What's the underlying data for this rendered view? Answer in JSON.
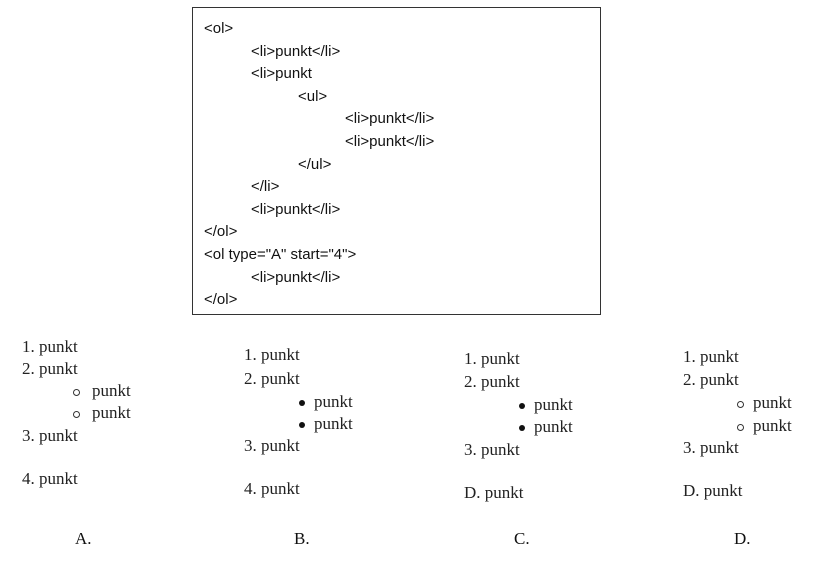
{
  "code_lines": [
    {
      "text": "<ol>",
      "indent": 0
    },
    {
      "text": "<li>punkt</li>",
      "indent": 1
    },
    {
      "text": "<li>punkt",
      "indent": 1
    },
    {
      "text": "<ul>",
      "indent": 2
    },
    {
      "text": "<li>punkt</li>",
      "indent": 3
    },
    {
      "text": "<li>punkt</li>",
      "indent": 3
    },
    {
      "text": "</ul>",
      "indent": 2
    },
    {
      "text": "</li>",
      "indent": 1
    },
    {
      "text": "<li>punkt</li>",
      "indent": 1
    },
    {
      "text": "</ol>",
      "indent": 0
    },
    {
      "text": "<ol type=\"A\" start=\"4\">",
      "indent": 0
    },
    {
      "text": "<li>punkt</li>",
      "indent": 1
    },
    {
      "text": "</ol>",
      "indent": 0
    }
  ],
  "options": [
    {
      "label": "A.",
      "bullet_style": "circle",
      "items": [
        {
          "marker": "1.",
          "text": "punkt",
          "nested": false
        },
        {
          "marker": "2.",
          "text": "punkt",
          "nested": false
        },
        {
          "marker": "",
          "text": "punkt",
          "nested": true
        },
        {
          "marker": "",
          "text": "punkt",
          "nested": true
        },
        {
          "marker": "3.",
          "text": "punkt",
          "nested": false
        },
        {
          "marker": "4.",
          "text": "punkt",
          "nested": false
        }
      ]
    },
    {
      "label": "B.",
      "bullet_style": "disc",
      "items": [
        {
          "marker": "1.",
          "text": "punkt",
          "nested": false
        },
        {
          "marker": "2.",
          "text": "punkt",
          "nested": false
        },
        {
          "marker": "",
          "text": "punkt",
          "nested": true
        },
        {
          "marker": "",
          "text": "punkt",
          "nested": true
        },
        {
          "marker": "3.",
          "text": "punkt",
          "nested": false
        },
        {
          "marker": "4.",
          "text": "punkt",
          "nested": false
        }
      ]
    },
    {
      "label": "C.",
      "bullet_style": "disc",
      "items": [
        {
          "marker": "1.",
          "text": "punkt",
          "nested": false
        },
        {
          "marker": "2.",
          "text": "punkt",
          "nested": false
        },
        {
          "marker": "",
          "text": "punkt",
          "nested": true
        },
        {
          "marker": "",
          "text": "punkt",
          "nested": true
        },
        {
          "marker": "3.",
          "text": "punkt",
          "nested": false
        },
        {
          "marker": "D.",
          "text": "punkt",
          "nested": false
        }
      ]
    },
    {
      "label": "D.",
      "bullet_style": "circle",
      "items": [
        {
          "marker": "1.",
          "text": "punkt",
          "nested": false
        },
        {
          "marker": "2.",
          "text": "punkt",
          "nested": false
        },
        {
          "marker": "",
          "text": "punkt",
          "nested": true
        },
        {
          "marker": "",
          "text": "punkt",
          "nested": true
        },
        {
          "marker": "3.",
          "text": "punkt",
          "nested": false
        },
        {
          "marker": "D.",
          "text": "punkt",
          "nested": false
        }
      ]
    }
  ]
}
